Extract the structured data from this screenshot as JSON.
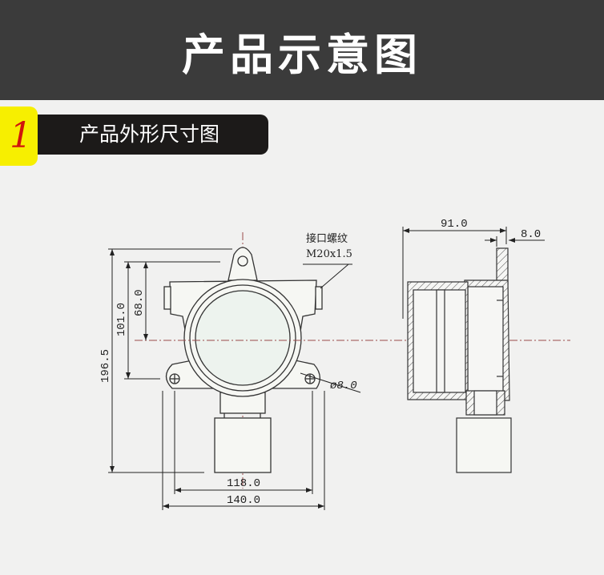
{
  "header": {
    "title": "产品示意图"
  },
  "section": {
    "number": "1",
    "title": "产品外形尺寸图"
  },
  "front_view": {
    "dim_total_height": "196.5",
    "dim_mount_height": "101.0",
    "dim_center_height": "68.0",
    "dim_hole_spacing": "118.0",
    "dim_total_width": "140.0",
    "dim_hole_diameter": "ø8.0",
    "thread_label": "接口螺纹",
    "thread_spec": "M20x1.5"
  },
  "side_view": {
    "dim_depth": "91.0",
    "dim_flange": "8.0"
  },
  "colors": {
    "header_bg": "#3b3b3b",
    "badge": "#f7ef00",
    "badge_num": "#d0140c",
    "centerline": "#9b4a4a"
  }
}
